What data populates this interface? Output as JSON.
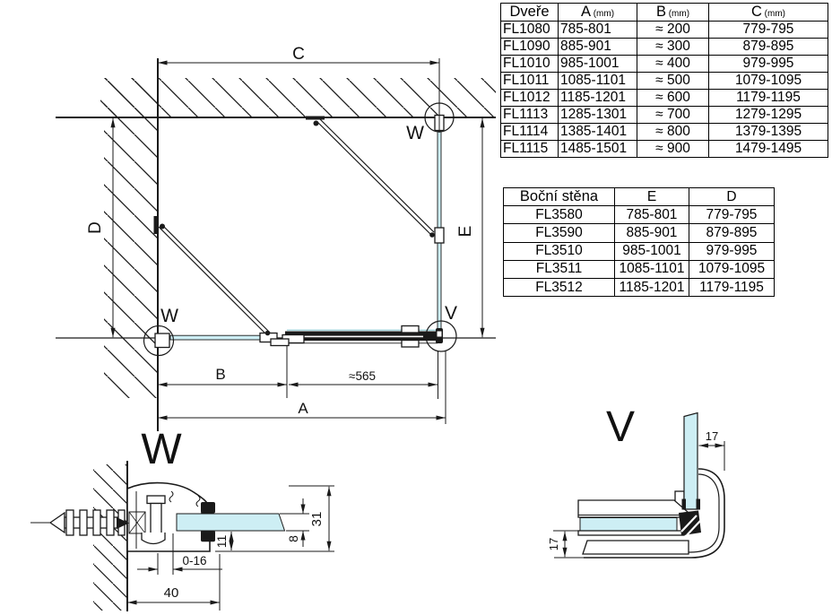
{
  "plan": {
    "labels": {
      "c": "C",
      "d": "D",
      "e": "E",
      "b": "B",
      "a": "A",
      "approx565": "≈565",
      "w_top": "W",
      "w_bottom": "W",
      "v": "V"
    }
  },
  "detail_w": {
    "title": "W",
    "dims": {
      "d31": "31",
      "d11": "11",
      "d8": "8",
      "d016": "0-16",
      "d40": "40"
    }
  },
  "detail_v": {
    "title": "V",
    "dims": {
      "top17": "17",
      "bottom17": "17"
    }
  },
  "doors_table": {
    "headers": [
      {
        "label": "Dveře",
        "unit": ""
      },
      {
        "label": "A",
        "unit": "(mm)"
      },
      {
        "label": "B",
        "unit": "(mm)"
      },
      {
        "label": "C",
        "unit": "(mm)"
      }
    ],
    "rows": [
      [
        "FL1080",
        "785-801",
        "≈ 200",
        "779-795"
      ],
      [
        "FL1090",
        "885-901",
        "≈ 300",
        "879-895"
      ],
      [
        "FL1010",
        "985-1001",
        "≈ 400",
        "979-995"
      ],
      [
        "FL1011",
        "1085-1101",
        "≈ 500",
        "1079-1095"
      ],
      [
        "FL1012",
        "1185-1201",
        "≈ 600",
        "1179-1195"
      ],
      [
        "FL1113",
        "1285-1301",
        "≈ 700",
        "1279-1295"
      ],
      [
        "FL1114",
        "1385-1401",
        "≈ 800",
        "1379-1395"
      ],
      [
        "FL1115",
        "1485-1501",
        "≈ 900",
        "1479-1495"
      ]
    ]
  },
  "side_table": {
    "headers": [
      {
        "label": "Boční stěna",
        "unit": ""
      },
      {
        "label": "E",
        "unit": ""
      },
      {
        "label": "D",
        "unit": ""
      }
    ],
    "rows": [
      [
        "FL3580",
        "785-801",
        "779-795"
      ],
      [
        "FL3590",
        "885-901",
        "879-895"
      ],
      [
        "FL3510",
        "985-1001",
        "979-995"
      ],
      [
        "FL3511",
        "1085-1101",
        "1079-1095"
      ],
      [
        "FL3512",
        "1185-1201",
        "1179-1195"
      ]
    ]
  },
  "colors": {
    "line": "#1a1a1a",
    "glass_fill": "#cdeef4",
    "glass_line": "#a9d7de"
  }
}
